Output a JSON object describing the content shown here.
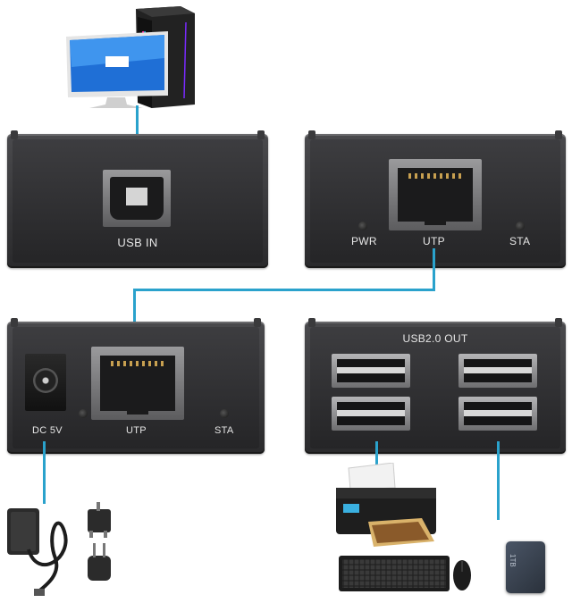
{
  "units": {
    "sender_back": {
      "usb_in_label": "USB IN"
    },
    "sender_front": {
      "pwr_label": "PWR",
      "utp_label": "UTP",
      "sta_label": "STA"
    },
    "receiver_front": {
      "dc_label": "DC 5V",
      "utp_label": "UTP",
      "sta_label": "STA"
    },
    "receiver_back": {
      "usb_out_label": "USB2.0 OUT"
    }
  },
  "devices": {
    "hdd_label": "1TB"
  },
  "colors": {
    "cable": "#2aa2cc",
    "case": "#333335"
  },
  "icons": [
    "computer-icon",
    "power-adapter-icon",
    "plug-adapters-icon",
    "printer-icon",
    "keyboard-icon",
    "mouse-icon",
    "hard-drive-icon"
  ]
}
